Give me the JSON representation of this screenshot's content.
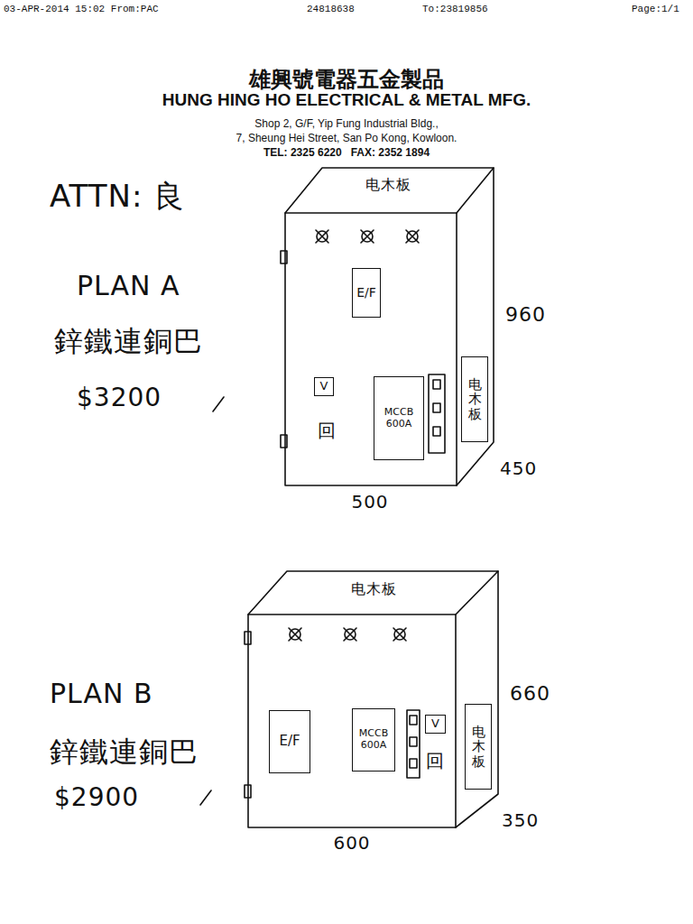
{
  "diagram": {
    "title": "HUNG HING HO ELECTRICAL & METAL MFG.",
    "nodes": [
      {
        "text": [
          "E/F"
        ]
      },
      {
        "text": [
          "V"
        ]
      },
      {
        "text": [
          "MCCB 600A"
        ]
      },
      {
        "text": [
          "电木板"
        ]
      },
      {
        "text": [
          "E/F"
        ]
      },
      {
        "text": [
          "MCCB 600A"
        ]
      },
      {
        "text": [
          "V"
        ]
      },
      {
        "text": [
          "电木板"
        ]
      }
    ],
    "labels": [
      "03-APR-2014 15:02 From:PAC",
      "24818638",
      "To:23819856",
      "Page:1/1",
      "雄興號電器五金製品",
      "Shop 2, G/F, Yip Fung Industrial Bldg.,",
      "7, Sheung Hei Street, San Po Kong, Kowloon.",
      "TEL: 2325 6220   FAX: 2352 1894",
      "ATTN: 良",
      "PLAN A",
      "鋅鐵連銅巴",
      "$3200",
      "电木板",
      "回",
      "960",
      "500",
      "450",
      "PLAN B",
      "鋅鐵連銅巴",
      "$2900",
      "电木板",
      "回",
      "660",
      "600",
      "350"
    ]
  }
}
